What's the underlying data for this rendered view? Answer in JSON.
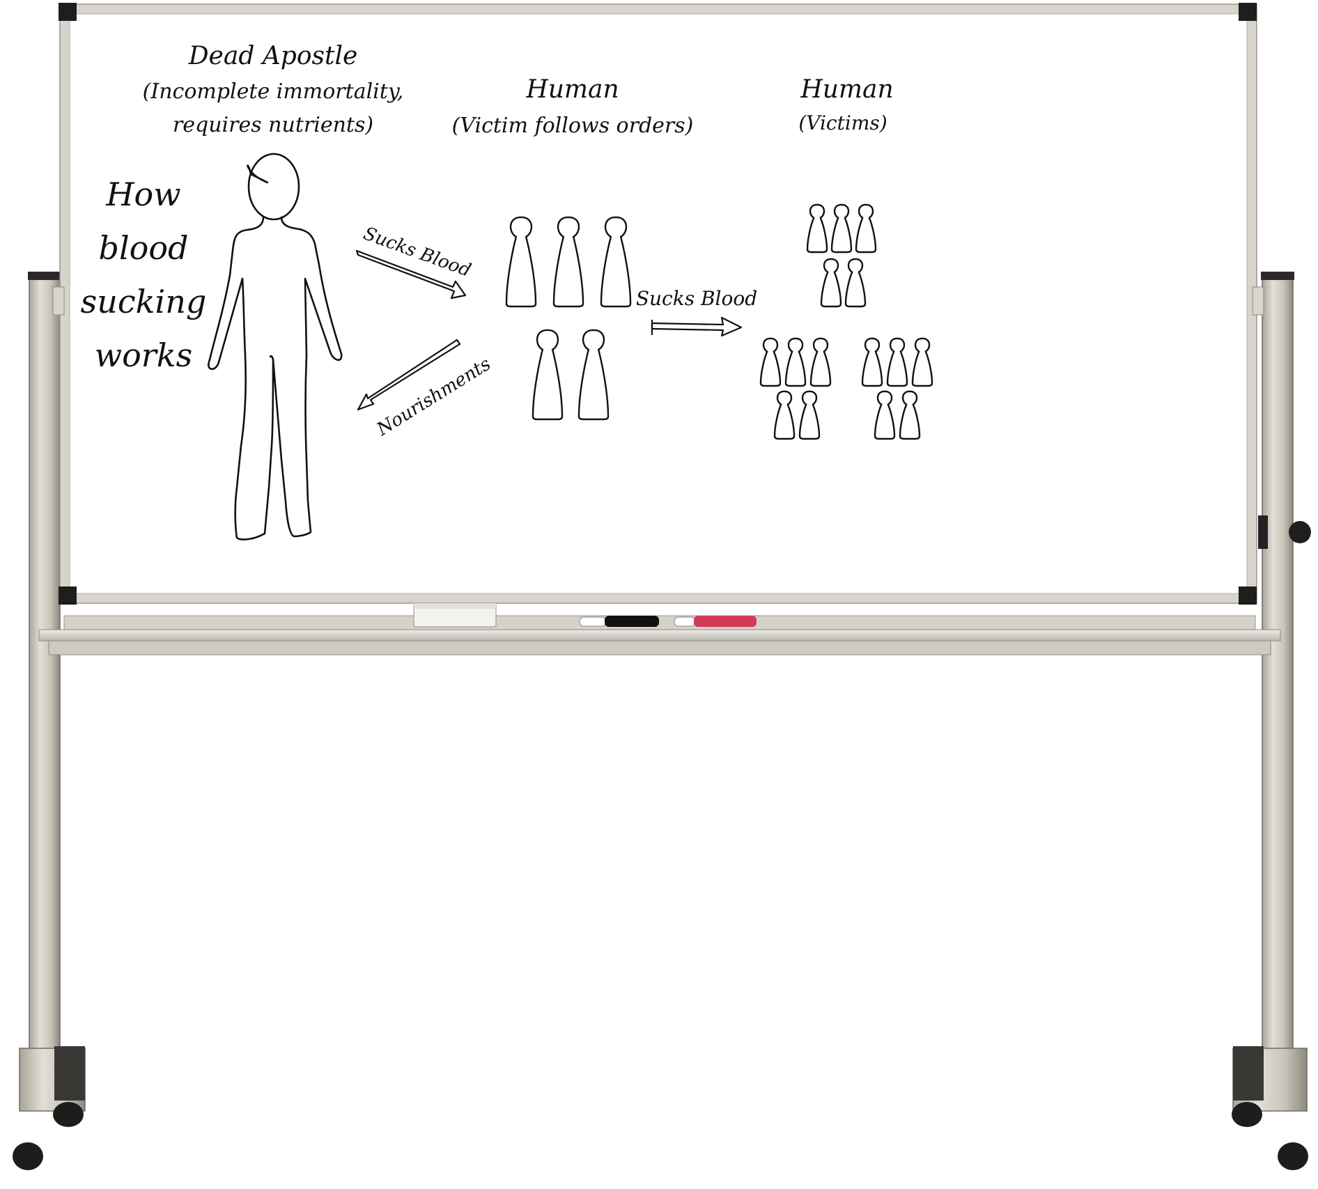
{
  "title_lines": [
    "How",
    "blood",
    "sucking",
    "works"
  ],
  "apostle": {
    "heading": "Dead Apostle",
    "note_line1": "(Incomplete immortality,",
    "note_line2": "requires nutrients)"
  },
  "servant": {
    "heading": "Human",
    "note": "(Victim follows orders)",
    "figure_count": 5
  },
  "victims": {
    "heading": "Human",
    "note": "(Victims)",
    "figure_count": 15
  },
  "arrows": {
    "to_servant": "Sucks Blood",
    "to_apostle": "Nourishments",
    "to_victims": "Sucks Blood"
  },
  "colors": {
    "ink": "#111111",
    "board": "#ffffff",
    "frame": "#d8d4cc",
    "marker_black": "#111111",
    "marker_red": "#d23a55"
  }
}
